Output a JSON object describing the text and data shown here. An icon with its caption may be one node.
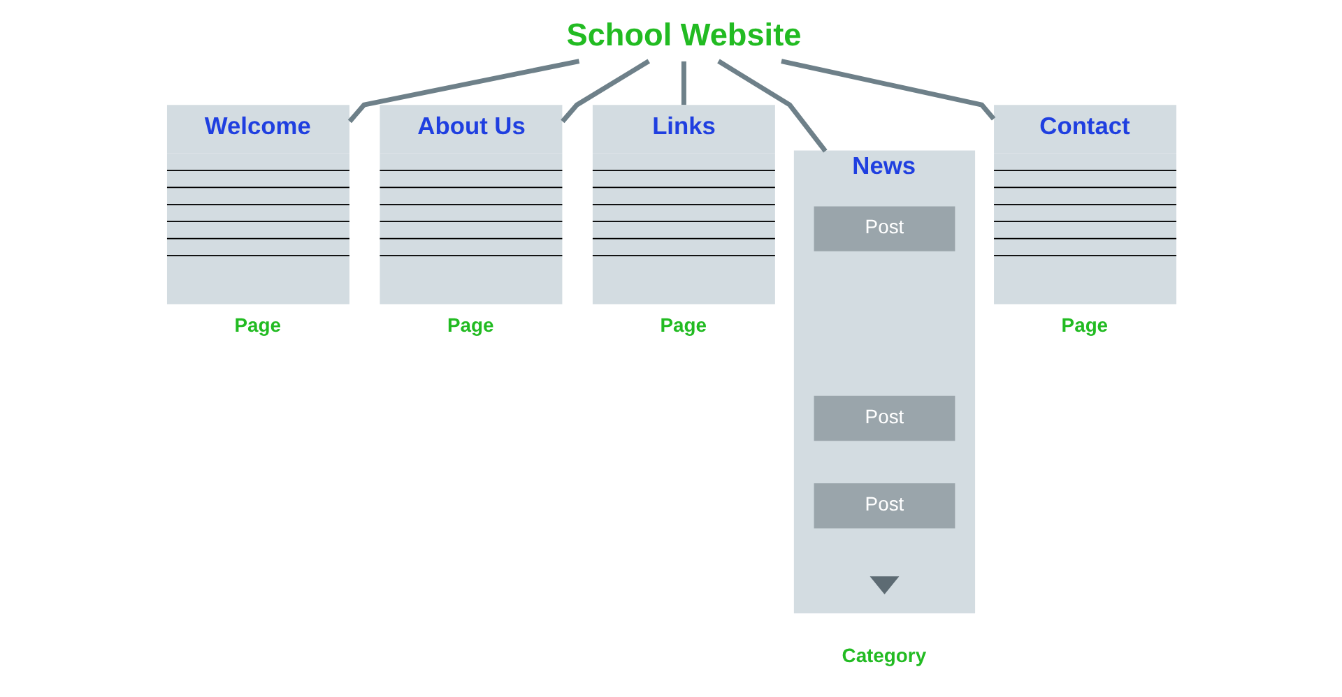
{
  "diagram": {
    "nodes": [
      {
        "text": [
          "School Website"
        ]
      },
      {
        "text": [
          "Welcome"
        ],
        "beside": [
          "Page"
        ]
      },
      {
        "text": [
          "About Us"
        ],
        "beside": [
          "Page"
        ]
      },
      {
        "text": [
          "Links"
        ],
        "beside": [
          "Page"
        ]
      },
      {
        "text": [
          "News"
        ],
        "beside": [
          "Category"
        ]
      },
      {
        "text": [
          "Post"
        ],
        "in": 4
      },
      {
        "text": [
          "Post"
        ],
        "in": 4
      },
      {
        "text": [
          "Post"
        ],
        "in": 4
      },
      {
        "text": [
          "Contact"
        ],
        "beside": [
          "Page"
        ]
      }
    ],
    "edges": [
      {
        "from": 0,
        "to": 1,
        "arrow": "none"
      },
      {
        "from": 0,
        "to": 2,
        "arrow": "none"
      },
      {
        "from": 0,
        "to": 3,
        "arrow": "none"
      },
      {
        "from": 0,
        "to": 4,
        "arrow": "none"
      },
      {
        "from": 0,
        "to": 8,
        "arrow": "none"
      }
    ]
  }
}
